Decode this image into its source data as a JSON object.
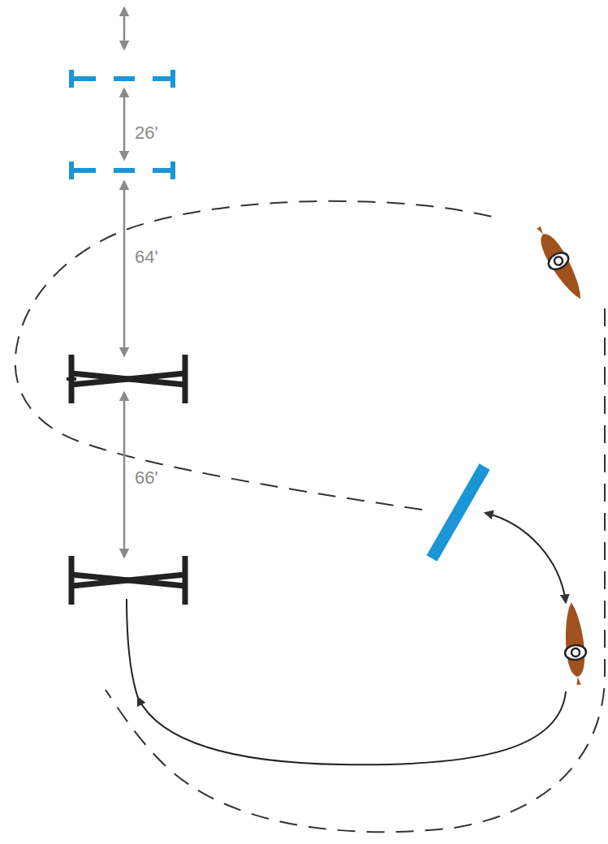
{
  "diagram": {
    "labels": [
      "26'",
      "64'",
      "66'"
    ]
  }
}
